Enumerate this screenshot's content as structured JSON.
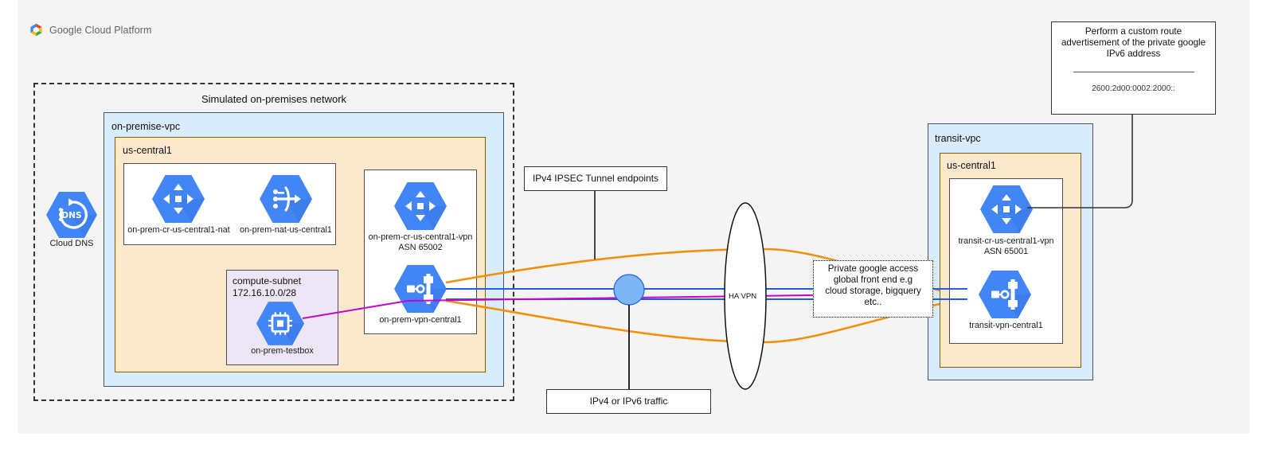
{
  "header": {
    "brand": "Google Cloud Platform",
    "logo_icon": "google-cloud-hex-logo"
  },
  "onprem": {
    "outer_title": "Simulated on-premises network",
    "vpc_title": "on-premise-vpc",
    "region_title": "us-central1",
    "cloud_dns": {
      "label": "Cloud DNS",
      "icon": "cloud-dns-icon"
    },
    "router_nat": {
      "label": "on-prem-cr-us-central1-nat",
      "icon": "cloud-router-icon"
    },
    "nat": {
      "label": "on-prem-nat-us-central1",
      "icon": "cloud-nat-icon"
    },
    "router_vpn": {
      "label_line1": "on-prem-cr-us-central1-vpn",
      "label_line2": "ASN 65002",
      "icon": "cloud-router-icon"
    },
    "vpn_gateway": {
      "label": "on-prem-vpn-central1",
      "icon": "cloud-vpn-gateway-icon"
    },
    "subnet": {
      "name": "compute-subnet",
      "cidr": "172.16.10.0/28",
      "vm": {
        "label": "on-prem-testbox",
        "icon": "compute-engine-vm-icon"
      }
    }
  },
  "middle": {
    "tunnel_note": "IPv4 IPSEC Tunnel endpoints",
    "traffic_note": "IPv4 or IPv6 traffic",
    "ha_vpn_label": "HA VPN",
    "endpoint_dot_name": "tunnel-endpoint-dot"
  },
  "pga": {
    "line1": "Private google access",
    "line2": "global front end e.g",
    "line3": "cloud storage, bigquery",
    "line4": "etc.."
  },
  "transit": {
    "vpc_title": "transit-vpc",
    "region_title": "us-central1",
    "router_vpn": {
      "label_line1": "transit-cr-us-central1-vpn",
      "label_line2": "ASN 65001",
      "icon": "cloud-router-icon"
    },
    "vpn_gateway": {
      "label": "transit-vpn-central1",
      "icon": "cloud-vpn-gateway-icon"
    }
  },
  "callout": {
    "line1": "Perform a custom route",
    "line2": "advertisement of the private google",
    "line3": "IPv6 address",
    "address": "2600:2d00:0002:2000::"
  },
  "colors": {
    "gcp_blue": "#4285f4",
    "vpc_fill": "#d9ecfb",
    "region_fill": "#fce9cd",
    "subnet_fill": "#ece6f6",
    "tunnel_orange": "#f2900d",
    "ipv4_blue": "#1f5fe0",
    "ipv6_purple": "#cc00cc",
    "canvas": "#f4f4f4"
  }
}
